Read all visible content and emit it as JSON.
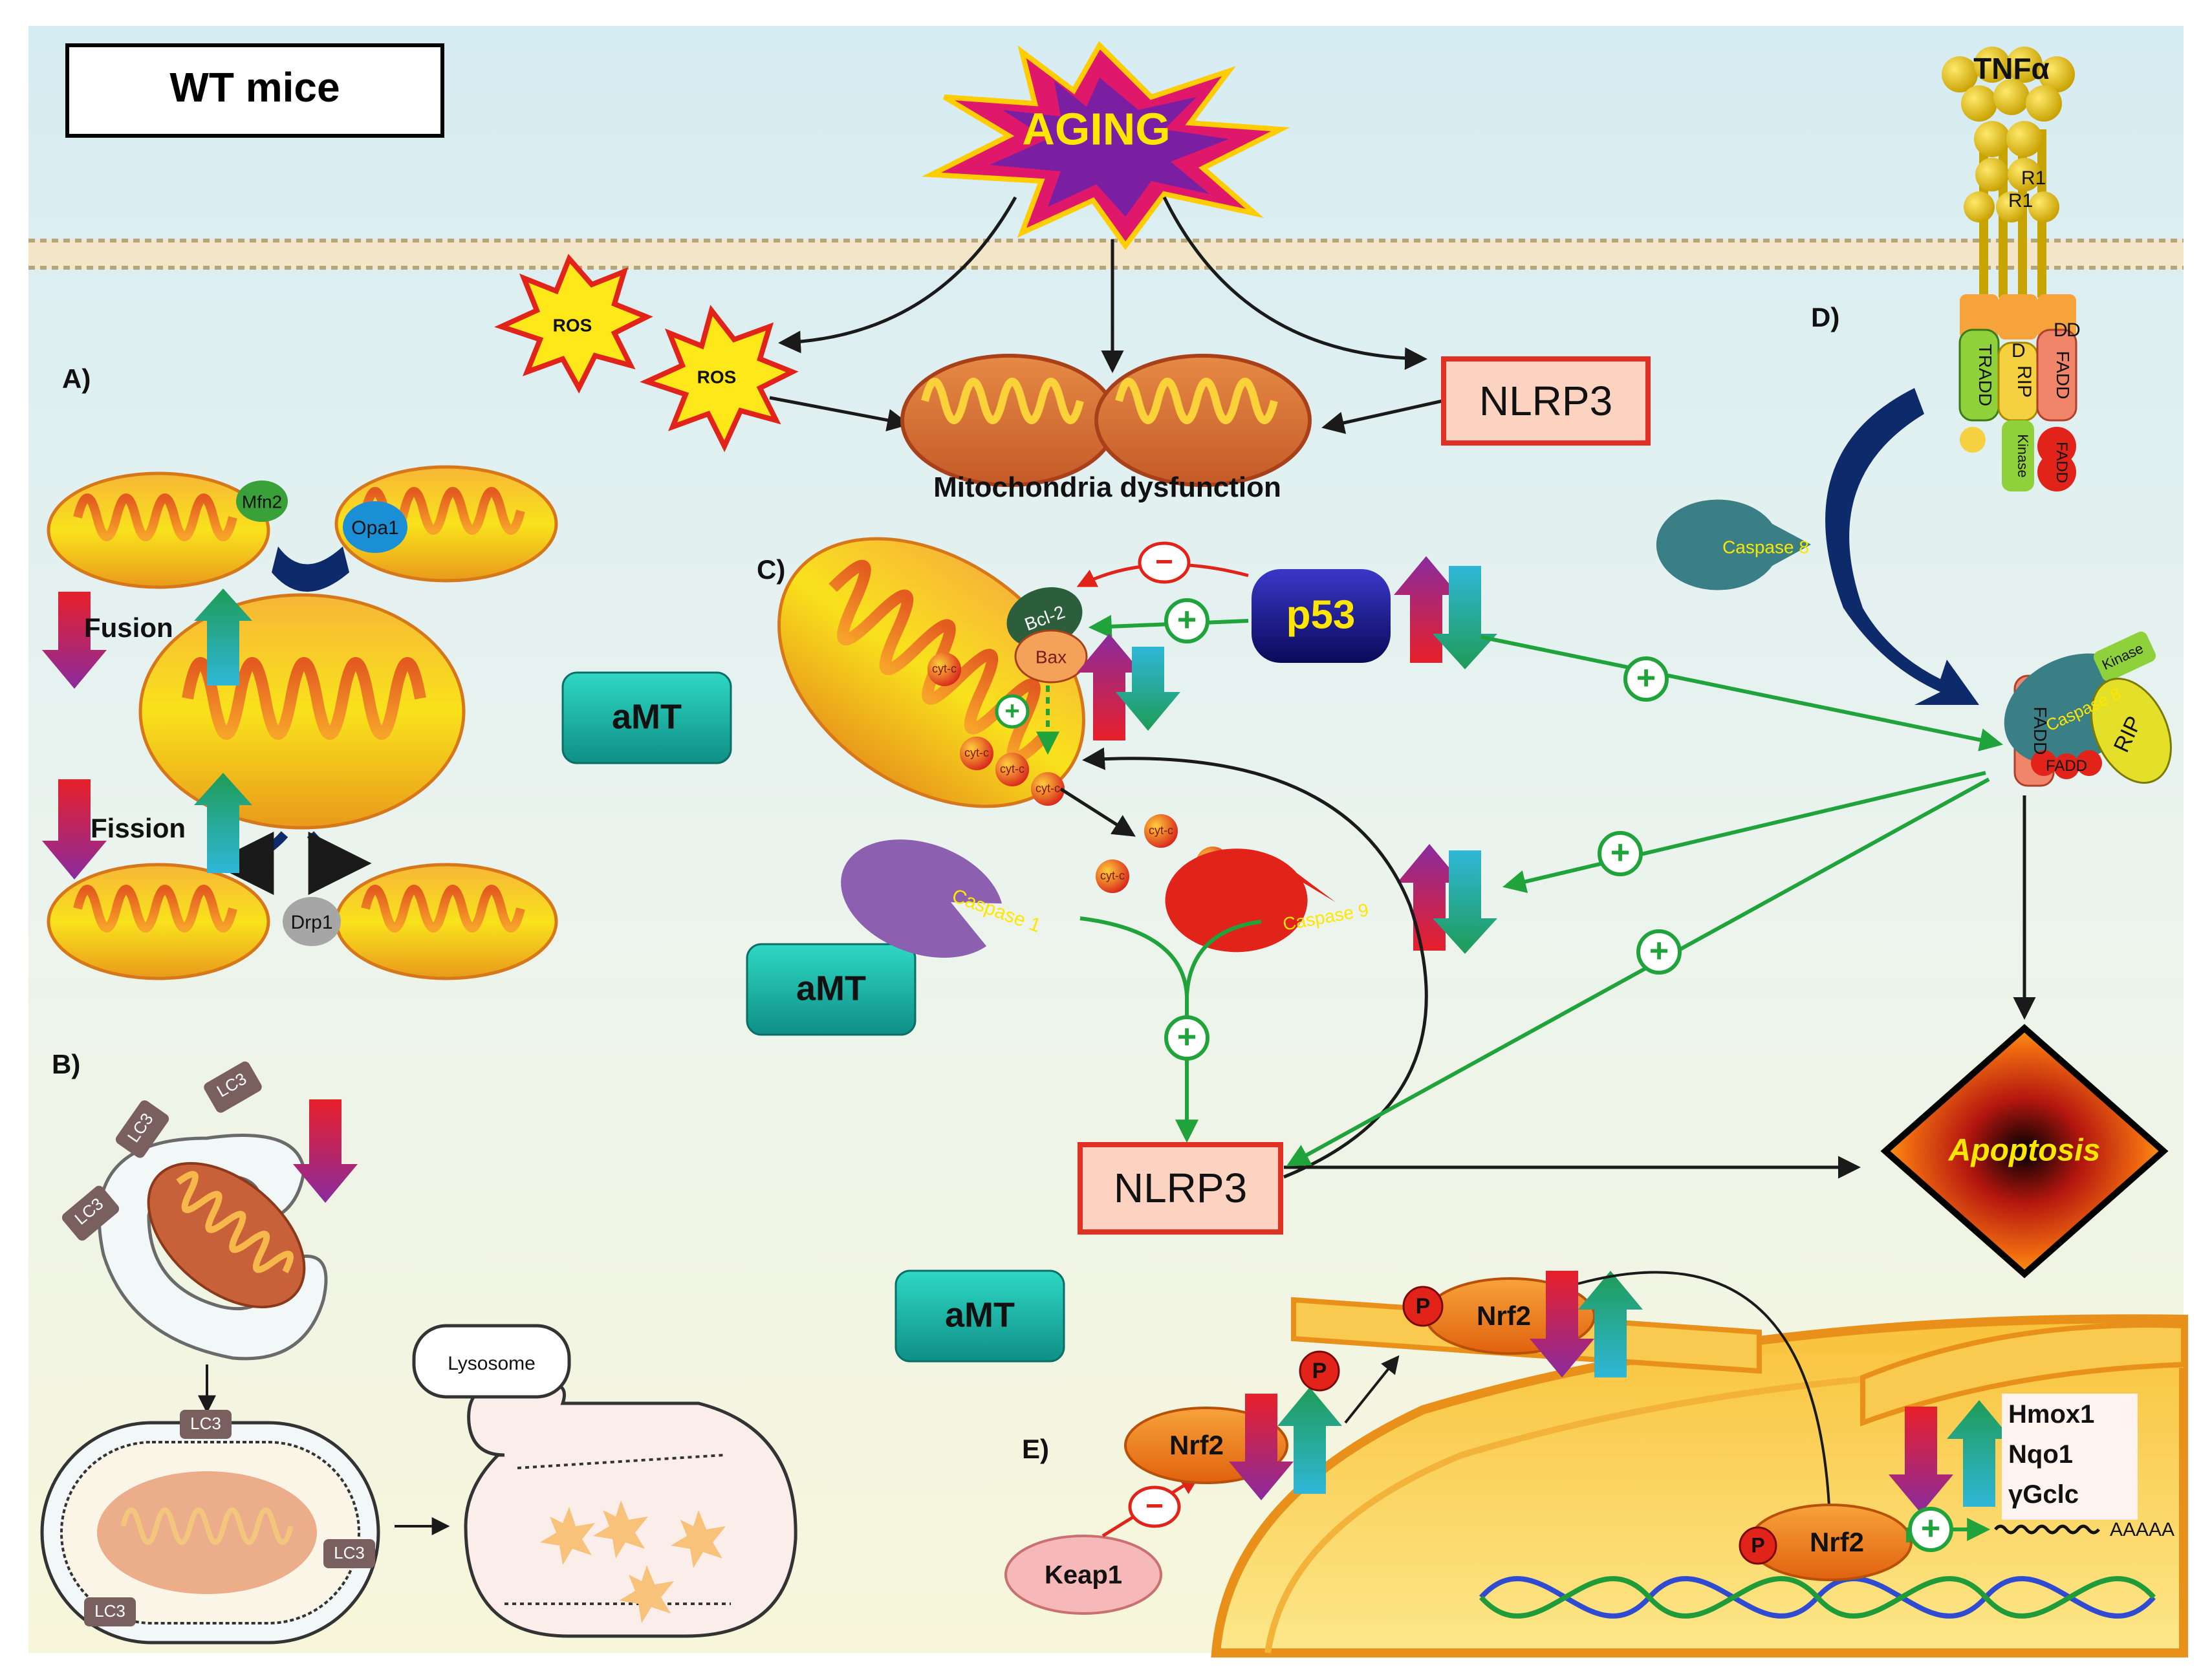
{
  "title_box": "WT mice",
  "aging": "AGING",
  "ros": [
    "ROS",
    "ROS"
  ],
  "mito_dysfunction": "Mitochondria dysfunction",
  "nlrp3": "NLRP3",
  "amt": "aMT",
  "panel_labels": {
    "a": "A)",
    "b": "B)",
    "c": "C)",
    "d": "D)",
    "e": "E)"
  },
  "panel_a": {
    "mfn2": "Mfn2",
    "opa1": "Opa1",
    "fusion": "Fusion",
    "fission": "Fission",
    "drp1": "Drp1"
  },
  "panel_b": {
    "lc3": "LC3",
    "lysosome": "Lysosome"
  },
  "panel_c": {
    "bcl2": "Bcl-2",
    "bax": "Bax",
    "cytc": "cyt-c",
    "p53": "p53",
    "caspase1": "Caspase 1",
    "caspase9": "Caspase 9"
  },
  "panel_d": {
    "tnfa": "TNFα",
    "r1": "R1",
    "d": "D",
    "tradd": "TRADD",
    "rip": "RIP",
    "fadd": "FADD",
    "kinase": "Kinase",
    "caspase8": "Caspase 8"
  },
  "apoptosis": "Apoptosis",
  "panel_e": {
    "nrf2": "Nrf2",
    "p": "P",
    "keap1": "Keap1",
    "genes": [
      "Hmox1",
      "Nqo1",
      "γGclc"
    ],
    "polya": "AAAAA"
  },
  "signs": {
    "plus": "+",
    "minus": "−"
  },
  "colors": {
    "inhibit_red": "#e2231a",
    "activate_green": "#1fa33a",
    "down_red": "#e8202a",
    "down_purple": "#8a2b9e",
    "up_cyan": "#2fb7d8",
    "up_green": "#1f9b57",
    "amt_teal": "#1aa9a0",
    "nlrp3_fill": "#fbd3c0",
    "nlrp3_border": "#e03124"
  }
}
